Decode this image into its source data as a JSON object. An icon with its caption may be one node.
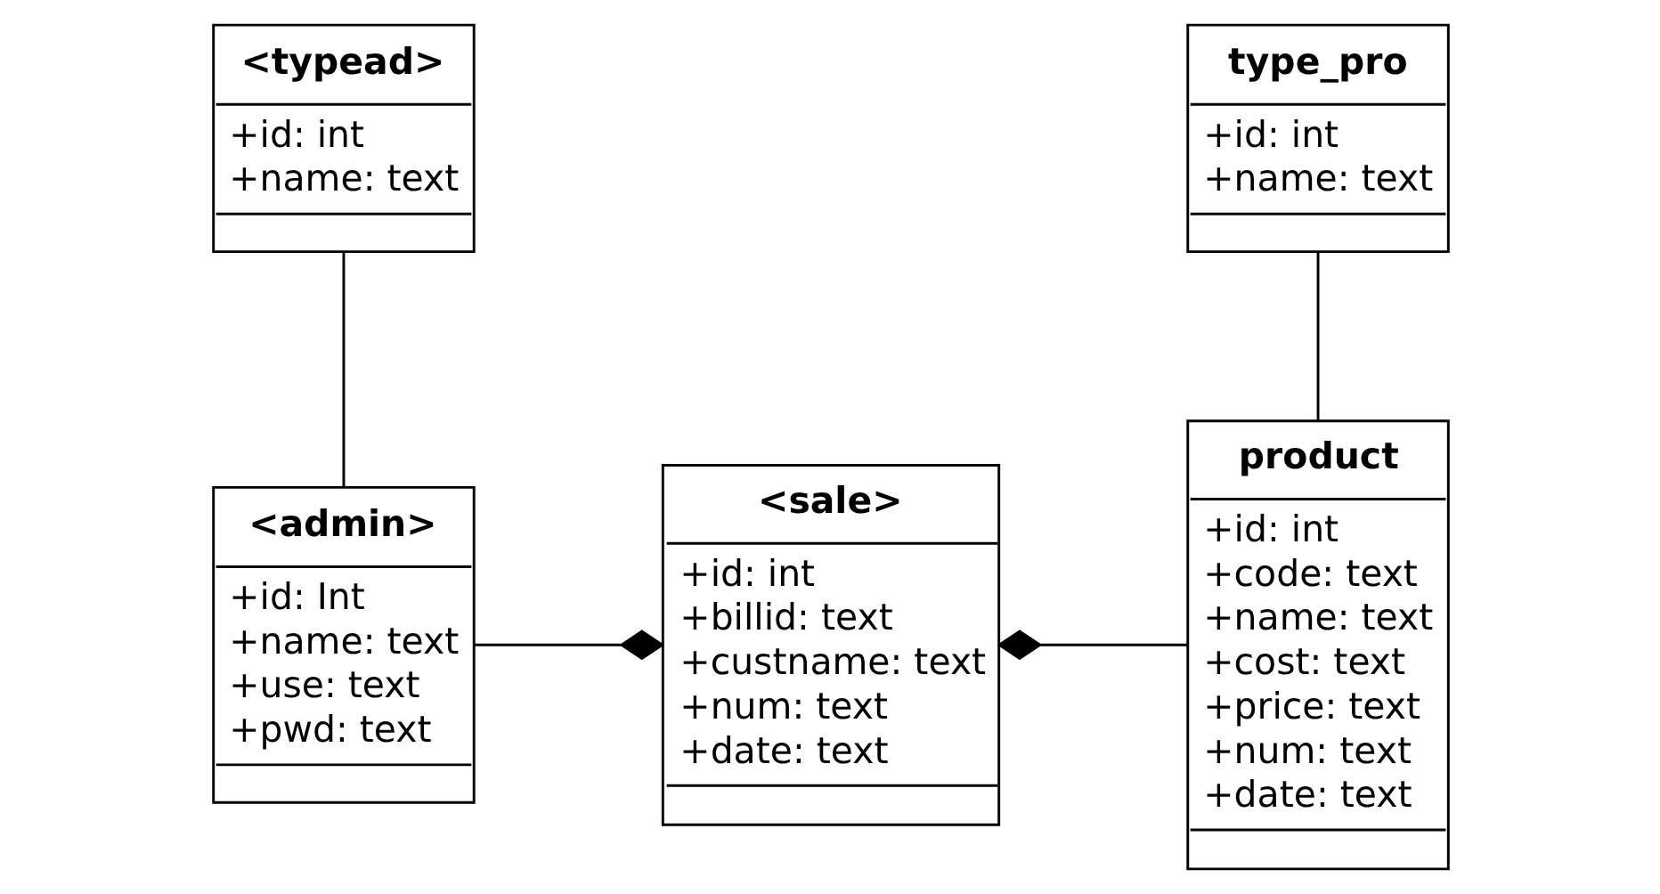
{
  "diagram": {
    "nodes": [
      {
        "text": [
          "<typead>",
          "+id: int",
          "+name: text"
        ]
      },
      {
        "text": [
          "type_pro",
          "+id: int",
          "+name: text"
        ]
      },
      {
        "text": [
          "<admin>",
          "+id: Int",
          "+name: text",
          "+use: text",
          "+pwd: text"
        ]
      },
      {
        "text": [
          "<sale>",
          "+id: int",
          "+billid: text",
          "+custname: text",
          "+num: text",
          "+date: text"
        ]
      },
      {
        "text": [
          "product",
          "+id: int",
          "+code: text",
          "+name: text",
          "+cost: text",
          "+price: text",
          "+num: text",
          "+date: text"
        ]
      }
    ],
    "edges": [
      {
        "from": 0,
        "to": 2,
        "arrow": "none"
      },
      {
        "from": 1,
        "to": 4,
        "arrow": "none"
      },
      {
        "from": 2,
        "to": 3,
        "arrow": "other"
      },
      {
        "from": 4,
        "to": 3,
        "arrow": "other"
      }
    ]
  }
}
